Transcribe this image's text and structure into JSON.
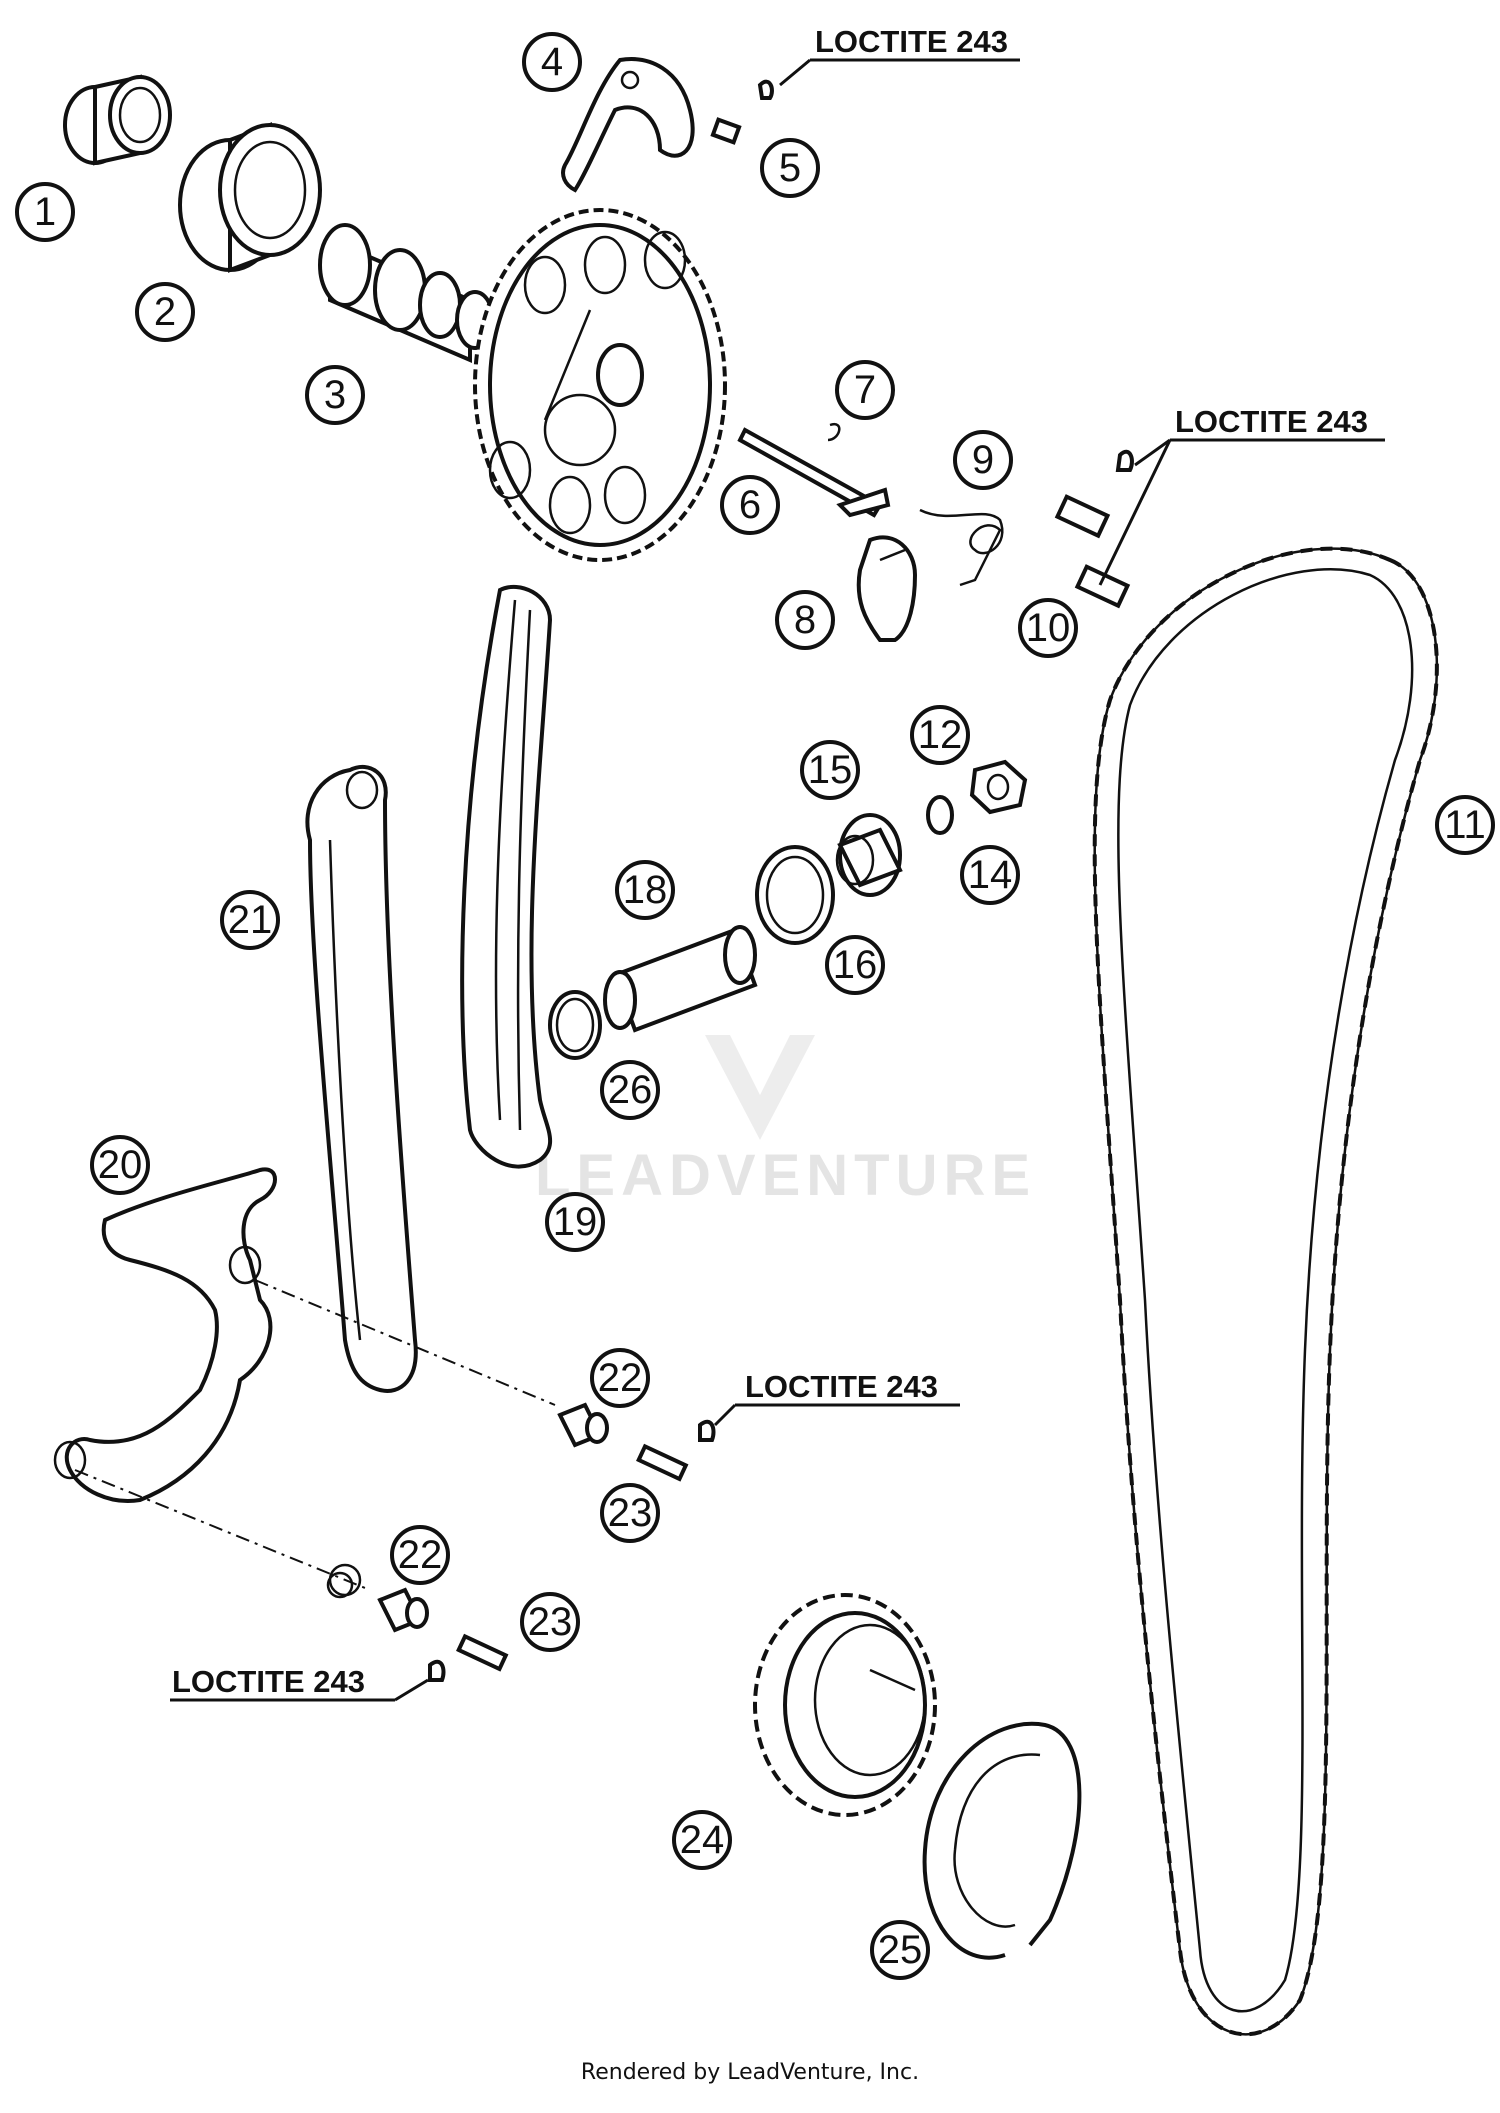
{
  "callouts": [
    "1",
    "2",
    "3",
    "4",
    "5",
    "6",
    "7",
    "8",
    "9",
    "10",
    "11",
    "12",
    "14",
    "15",
    "16",
    "18",
    "19",
    "20",
    "21",
    "22",
    "23",
    "24",
    "25",
    "26"
  ],
  "loctite_label": "LOCTITE 243",
  "watermark": "LEADVENTURE",
  "footer": "Rendered by LeadVenture, Inc."
}
